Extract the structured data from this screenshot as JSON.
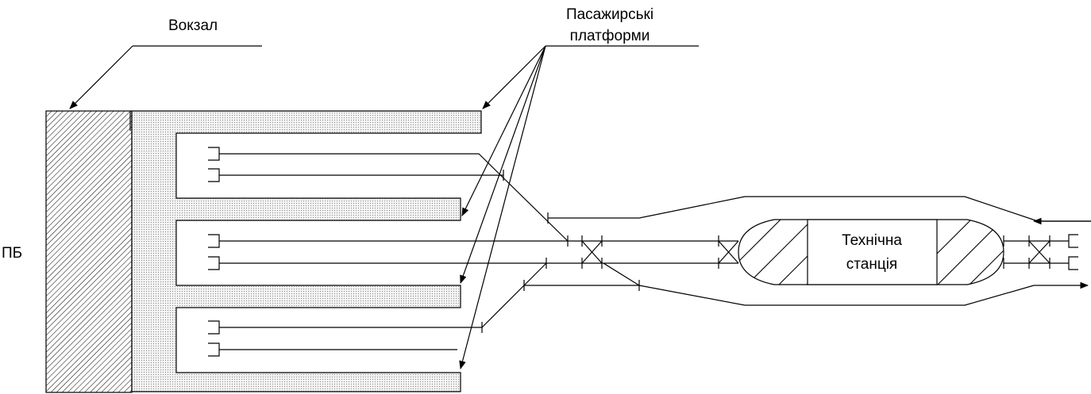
{
  "labels": {
    "station_building": "Вокзал",
    "platforms_line1": "Пасажирські",
    "platforms_line2": "платформи",
    "left_marker": "ПБ",
    "tech_line1": "Технічна",
    "tech_line2": "станція"
  },
  "colors": {
    "line": "#000000",
    "platform_fill": "#d9d9d9",
    "background": "#ffffff"
  }
}
